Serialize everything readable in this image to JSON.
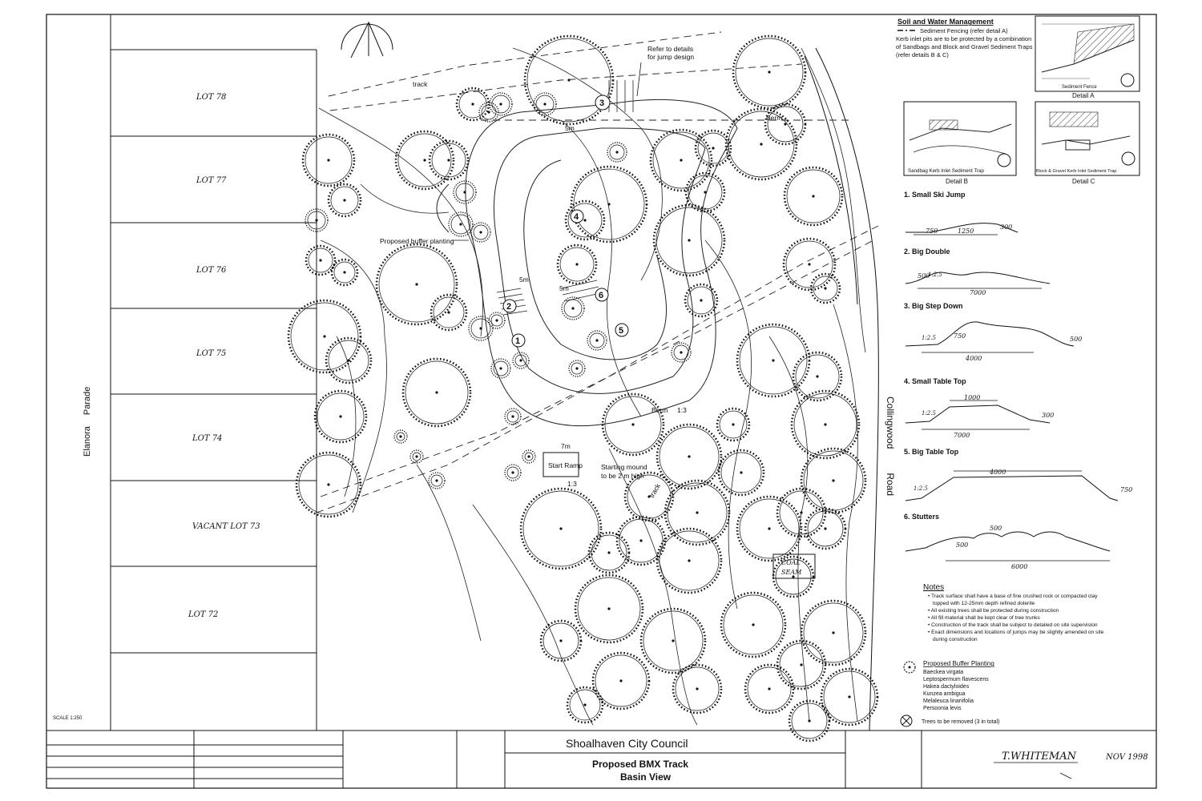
{
  "street_left": {
    "name_1": "Elanora",
    "name_2": "Parade"
  },
  "street_right": {
    "name_1": "Collingwood",
    "name_2": "Road"
  },
  "scale_note": "SCALE 1:250",
  "lots": [
    "LOT 78",
    "LOT 77",
    "LOT 76",
    "LOT 75",
    "LOT 74",
    "VACANT LOT 73",
    "LOT 72"
  ],
  "plan_labels": {
    "refer_details": "Refer to details",
    "for_jump": "for jump design",
    "track": "track",
    "buffer": "Proposed buffer planting",
    "berm": "Berm",
    "dim_5m": "5m",
    "dim_7m": "7m",
    "start_ramp": "Start Ramp",
    "mound_1": "Starting mound",
    "mound_2": "to be 2 m high",
    "slope_13": "1:3",
    "coal_1": "COAL",
    "coal_2": "SEAM",
    "jump_markers": [
      "1",
      "2",
      "3",
      "4",
      "5",
      "6"
    ]
  },
  "soil_water": {
    "title": "Soil and Water Management",
    "fence_legend": "Sediment Fencing (refer detail A)",
    "note": "Kerb inlet pits are to be protected by a combination of Sandbags and Block and Gravel Sediment Traps (refer details B & C)"
  },
  "details": {
    "a_caption": "Detail A",
    "a_inner": "Sediment Fence",
    "b_caption": "Detail B",
    "b_inner": "Sandbag Kerb Inlet Sediment Trap",
    "c_caption": "Detail C",
    "c_inner": "Block & Gravel Kerb Inlet Sediment Trap"
  },
  "jumps": [
    {
      "title": "1.  Small Ski Jump",
      "dims": [
        "750",
        "1250",
        "300"
      ]
    },
    {
      "title": "2.  Big Double",
      "dims": [
        "500",
        "1:2.5",
        "7000"
      ]
    },
    {
      "title": "3.  Big Step Down",
      "dims": [
        "1:2.5",
        "750",
        "4000",
        "500"
      ]
    },
    {
      "title": "4.  Small Table Top",
      "dims": [
        "1000",
        "1:2.5",
        "7000",
        "300"
      ]
    },
    {
      "title": "5.  Big Table Top",
      "dims": [
        "4000",
        "1:2.5",
        "750"
      ]
    },
    {
      "title": "6.  Stutters",
      "dims": [
        "500",
        "500",
        "6000"
      ]
    }
  ],
  "notes": {
    "title": "Notes",
    "items": [
      "Track surface shall have a base of fine crushed rock or compacted clay",
      "topped with 12-25mm depth refined dolerite",
      "All existing trees shall be protected during construction",
      "All fill material shall be kept clear of tree trunks",
      "Construction of the track shall be subject to detailed on site supervision",
      "Exact dimensions and locations of jumps may be slightly amended on site",
      "during construction"
    ]
  },
  "buffer_planting": {
    "title": "Proposed Buffer Planting",
    "species": [
      "Baeckea virgata",
      "Leptospermum flavescens",
      "Hakea dactyloides",
      "Kunzea ambigua",
      "Melaleuca linariifolia",
      "Persoonia levis"
    ]
  },
  "trees_removed": "Trees to be removed (3 in total)",
  "title_block": {
    "council": "Shoalhaven  City  Council",
    "project_1": "Proposed BMX Track",
    "project_2": "Basin View",
    "signature": "T.WHITEMAN",
    "date": "NOV 1998"
  }
}
